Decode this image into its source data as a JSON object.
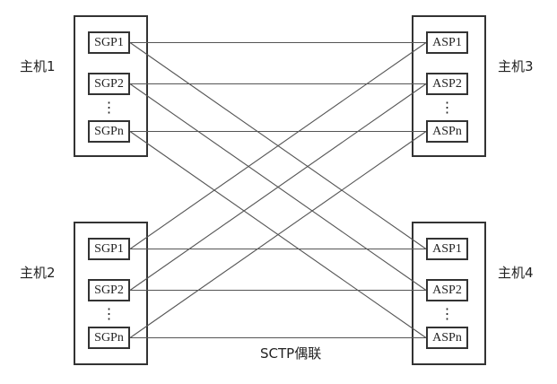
{
  "hosts": [
    {
      "label": "主机1",
      "nodes": [
        "SGP1",
        "SGP2",
        "SGPn"
      ]
    },
    {
      "label": "主机2",
      "nodes": [
        "SGP1",
        "SGP2",
        "SGPn"
      ]
    },
    {
      "label": "主机3",
      "nodes": [
        "ASP1",
        "ASP2",
        "ASPn"
      ]
    },
    {
      "label": "主机4",
      "nodes": [
        "ASP1",
        "ASP2",
        "ASPn"
      ]
    }
  ],
  "ellipsis": "⋮",
  "caption": "SCTP偶联",
  "links": [
    {
      "from": "主机1.SGP1",
      "to": "主机3.ASP1"
    },
    {
      "from": "主机1.SGP2",
      "to": "主机3.ASP2"
    },
    {
      "from": "主机1.SGPn",
      "to": "主机3.ASPn"
    },
    {
      "from": "主机2.SGP1",
      "to": "主机4.ASP1"
    },
    {
      "from": "主机2.SGP2",
      "to": "主机4.ASP2"
    },
    {
      "from": "主机2.SGPn",
      "to": "主机4.ASPn"
    },
    {
      "from": "主机1.SGP1",
      "to": "主机4.ASP1"
    },
    {
      "from": "主机1.SGP2",
      "to": "主机4.ASP2"
    },
    {
      "from": "主机1.SGPn",
      "to": "主机4.ASPn"
    },
    {
      "from": "主机2.SGP1",
      "to": "主机3.ASP1"
    },
    {
      "from": "主机2.SGP2",
      "to": "主机3.ASP2"
    },
    {
      "from": "主机2.SGPn",
      "to": "主机3.ASPn"
    }
  ]
}
